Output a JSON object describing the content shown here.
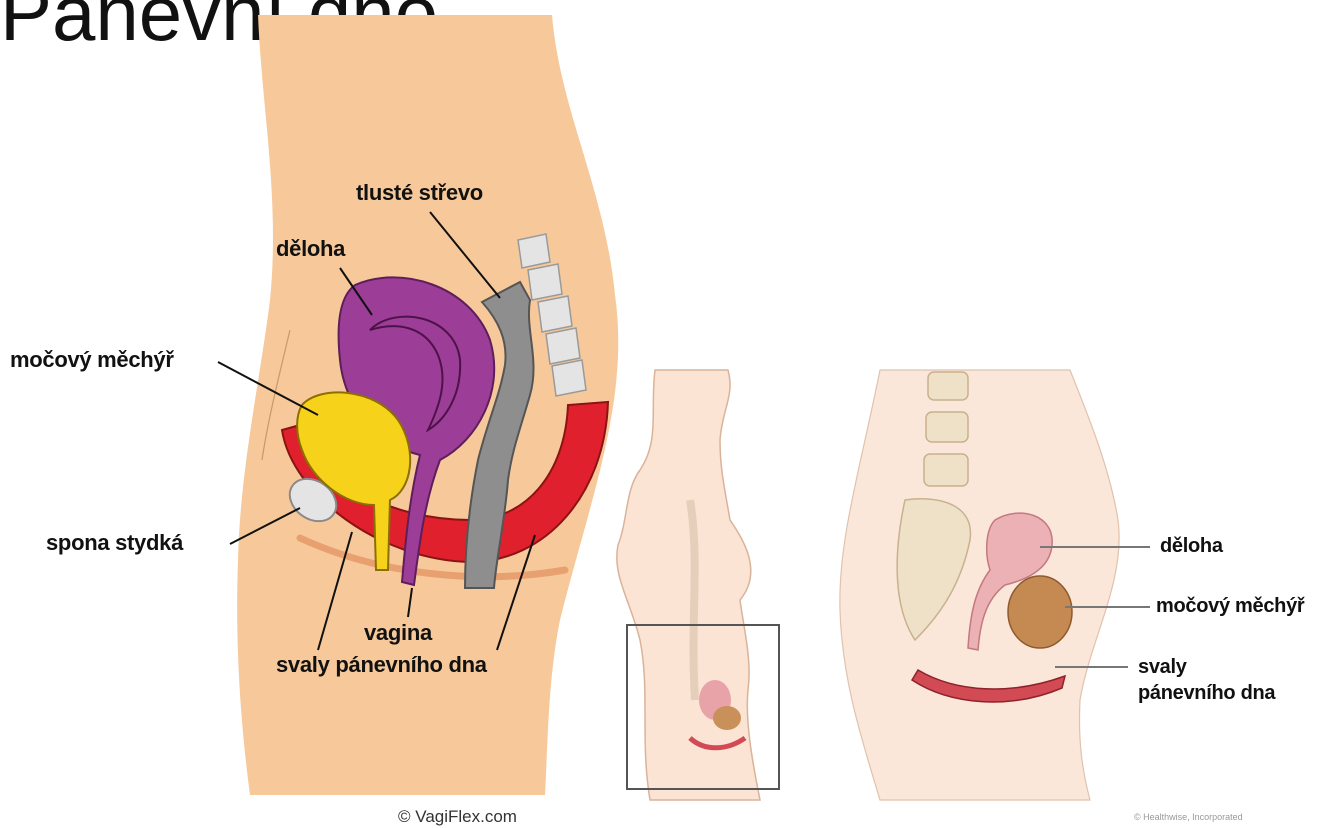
{
  "title": "Pánevní dno",
  "left_diagram": {
    "labels": {
      "colon": "tlusté střevo",
      "uterus": "děloha",
      "bladder": "močový měchýř",
      "pubic_bone": "spona stydká",
      "vagina": "vagina",
      "pelvic_floor": "svaly pánevního dna"
    },
    "credit": "© VagiFlex.com"
  },
  "right_diagram": {
    "labels": {
      "uterus": "děloha",
      "bladder": "močový měchýř",
      "pelvic_floor_line1": "svaly",
      "pelvic_floor_line2": "pánevního dna"
    },
    "credit": "© Healthwise, Incorporated"
  },
  "colors": {
    "skin": "#f7c99a",
    "uterus": "#9c3d97",
    "bladder": "#f6d21a",
    "colon": "#8e8e8e",
    "muscle": "#e0202c",
    "bone": "#e4e4e4"
  }
}
